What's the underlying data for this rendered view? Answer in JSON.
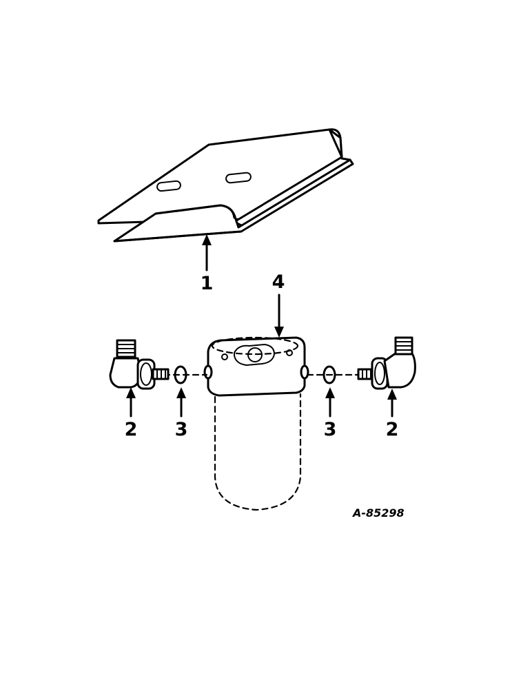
{
  "diagram": {
    "callouts": [
      {
        "id": "callout-1",
        "label": "1"
      },
      {
        "id": "callout-4",
        "label": "4"
      },
      {
        "id": "callout-2-left",
        "label": "2"
      },
      {
        "id": "callout-3-left",
        "label": "3"
      },
      {
        "id": "callout-3-right",
        "label": "3"
      },
      {
        "id": "callout-2-right",
        "label": "2"
      }
    ],
    "figure_id": "A-85298"
  }
}
